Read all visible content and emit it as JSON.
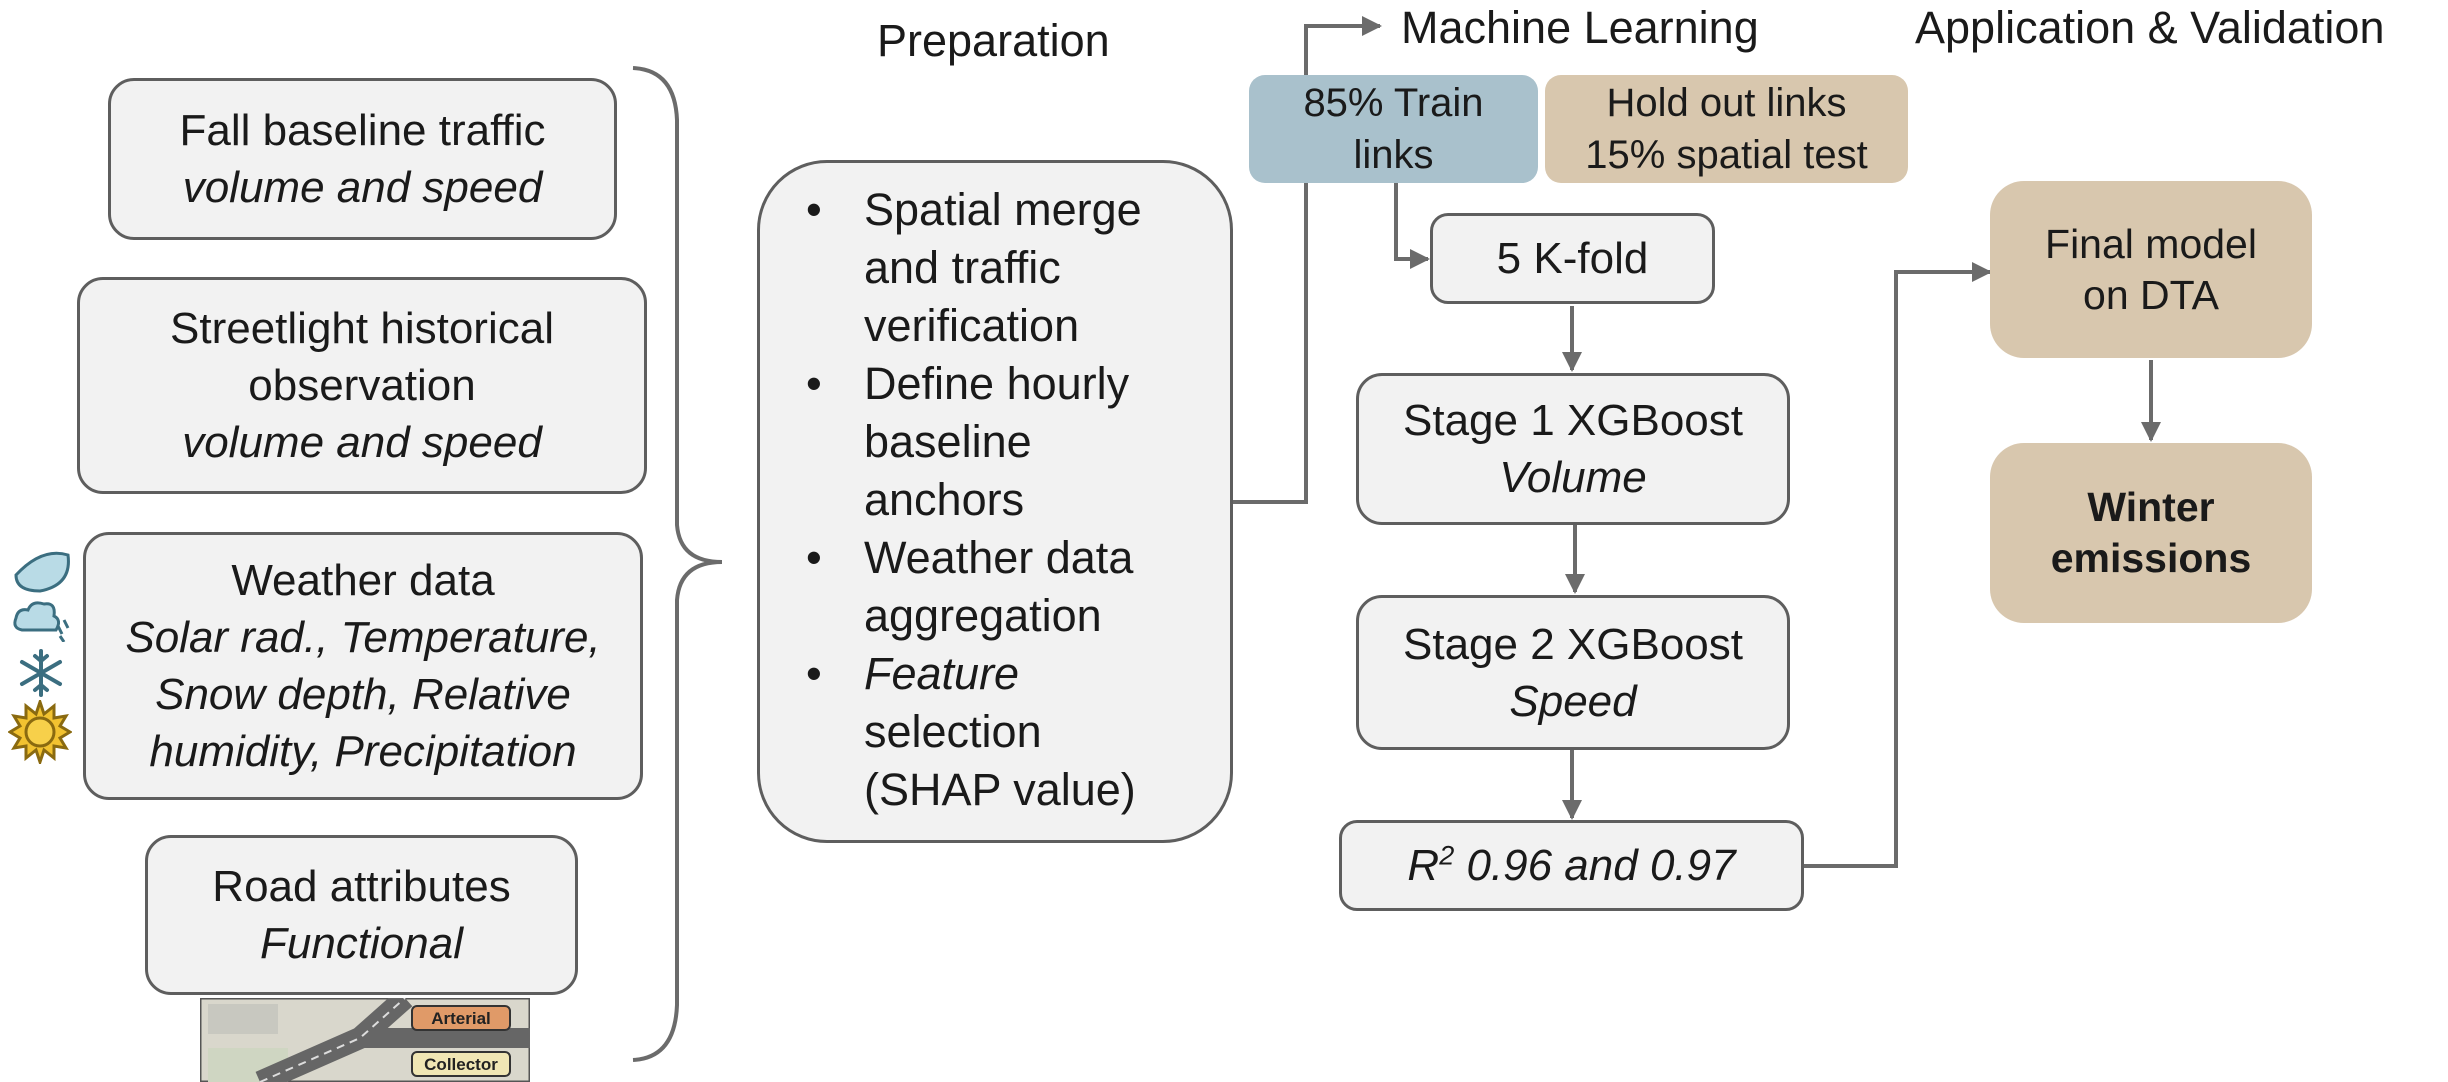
{
  "headers": {
    "preparation": "Preparation",
    "machine_learning": "Machine Learning",
    "application": "Application & Validation"
  },
  "inputs": {
    "fall": {
      "title": "Fall baseline traffic",
      "subtitle": "volume and speed"
    },
    "streetlight": {
      "title_1": "Streetlight historical",
      "title_2": "observation",
      "subtitle": "volume and speed"
    },
    "weather": {
      "title": "Weather data",
      "line_1": "Solar rad., Temperature,",
      "line_2": "Snow depth, Relative",
      "line_3": "humidity, Precipitation"
    },
    "road": {
      "title": "Road attributes",
      "subtitle": "Functional"
    },
    "road_map": {
      "label_1": "Arterial",
      "label_2": "Collector"
    }
  },
  "weather_icons": [
    "droplet-icon",
    "rain-cloud-icon",
    "snowflake-icon",
    "sun-icon"
  ],
  "preparation": {
    "items": [
      {
        "lines": [
          "Spatial merge",
          "and traffic",
          "verification"
        ]
      },
      {
        "lines": [
          "Define hourly",
          "baseline",
          "anchors"
        ]
      },
      {
        "lines": [
          "Weather data",
          "aggregation"
        ]
      },
      {
        "lines": [
          "Feature",
          "selection",
          "(SHAP value)"
        ]
      }
    ]
  },
  "ml": {
    "train": {
      "line_1": "85% Train",
      "line_2": "links"
    },
    "holdout": {
      "line_1": "Hold out links",
      "line_2": "15% spatial test"
    },
    "kfold": "5 K-fold",
    "stage1": {
      "title": "Stage 1 XGBoost",
      "subtitle": "Volume"
    },
    "stage2": {
      "title": "Stage 2 XGBoost",
      "subtitle": "Speed"
    },
    "r2": {
      "symbol": "R",
      "sup": "2",
      "text": " 0.96 and 0.97"
    }
  },
  "application": {
    "final_model": {
      "line_1": "Final model",
      "line_2": "on DTA"
    },
    "winter": {
      "line_1": "Winter",
      "line_2": "emissions"
    }
  },
  "colors": {
    "tan": "#d8c7ae",
    "blue": "#a9c1cc",
    "box_fill": "#f2f2f2",
    "line": "#6b6b6b"
  }
}
